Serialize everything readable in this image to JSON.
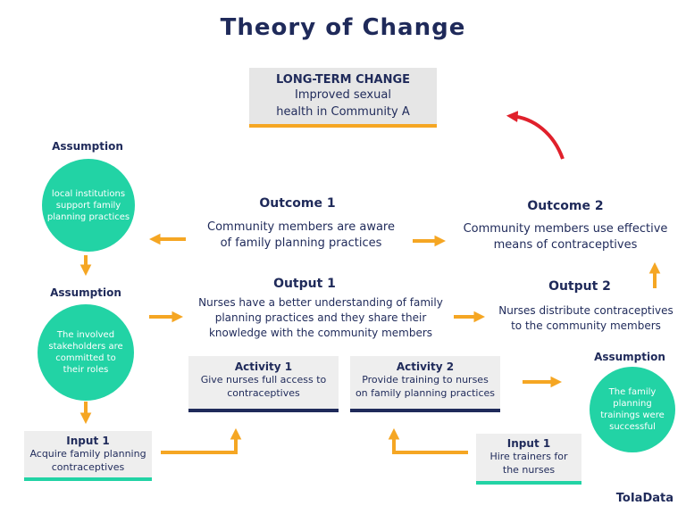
{
  "title": "Theory of Change",
  "long_term_change": {
    "heading": "LONG-TERM CHANGE",
    "line1": "Improved sexual",
    "line2": "health in Community A"
  },
  "assumptions": [
    {
      "label": "Assumption",
      "lines": [
        "local institutions",
        "support family",
        "planning practices"
      ]
    },
    {
      "label": "Assumption",
      "lines": [
        "The involved",
        "stakeholders are",
        "committed to",
        "their roles"
      ]
    },
    {
      "label": "Assumption",
      "lines": [
        "The family",
        "planning",
        "trainings were",
        "successful"
      ]
    }
  ],
  "outcome1": {
    "heading": "Outcome 1",
    "line1": "Community members are aware",
    "line2": "of family planning practices"
  },
  "outcome2": {
    "heading": "Outcome 2",
    "line1": "Community members use effective",
    "line2": "means of contraceptives"
  },
  "output1": {
    "heading": "Output 1",
    "line1": "Nurses have a better understanding of family",
    "line2": "planning practices and they share their",
    "line3": "knowledge with the community members"
  },
  "output2": {
    "heading": "Output 2",
    "line1": "Nurses distribute contraceptives",
    "line2": "to the community members"
  },
  "activity1": {
    "heading": "Activity 1",
    "line1": "Give nurses full access to",
    "line2": "contraceptives"
  },
  "activity2": {
    "heading": "Activity 2",
    "line1": "Provide training to nurses",
    "line2": "on family planning practices"
  },
  "input1_left": {
    "heading": "Input 1",
    "line1": "Acquire family planning",
    "line2": "contraceptives"
  },
  "input1_right": {
    "heading": "Input 1",
    "line1": "Hire trainers for",
    "line2": "the nurses"
  },
  "brand": "ToIaData",
  "colors": {
    "navy": "#1f2a5a",
    "teal": "#22d3a5",
    "orange": "#f5a623",
    "red": "#e0202b",
    "box": "#eeeeee"
  }
}
